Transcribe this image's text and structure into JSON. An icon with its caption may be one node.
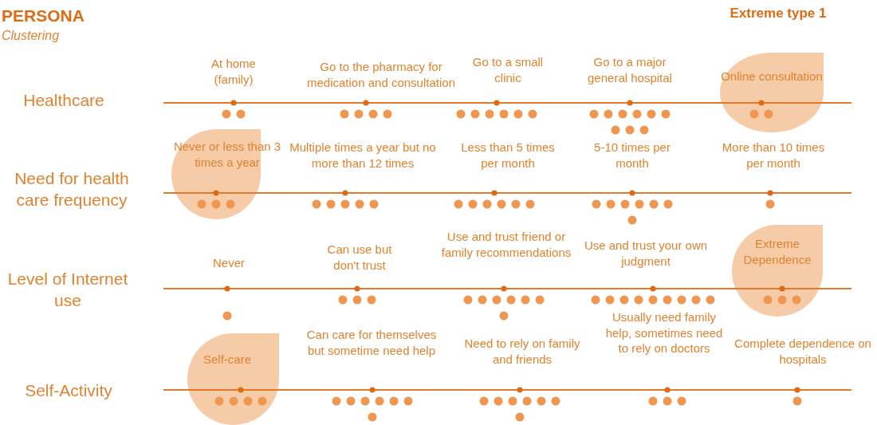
{
  "diagram": {
    "title": "PERSONA",
    "nodes": [
      {
        "text": [
          "Online consultation"
        ]
      },
      {
        "text": [
          "Never or less than 3 times a year"
        ]
      },
      {
        "text": [
          "Extreme Dependence"
        ]
      },
      {
        "text": [
          "Self-care"
        ]
      }
    ],
    "labels": [
      "Clustering",
      "Extreme type 1",
      "At home (family)",
      "Go to the pharmacy for medication and consultation",
      "Go to a small clinic",
      "Go to a major general hospital",
      "Healthcare",
      "Multiple times a year but no more than 12 times",
      "Less than 5 times per month",
      "5-10 times per month",
      "More than 10 times per month",
      "Need for health care frequency",
      "Use and trust friend or family recommendations",
      "Never",
      "Can use but don't trust",
      "Use and trust your own judgment",
      "Level of Internet use",
      "Can care for themselves but sometime need help",
      "Need to rely on family and friends",
      "Usually need family help, sometimes need to rely on doctors",
      "Complete dependence on hospitals",
      "Self-Activity"
    ]
  }
}
